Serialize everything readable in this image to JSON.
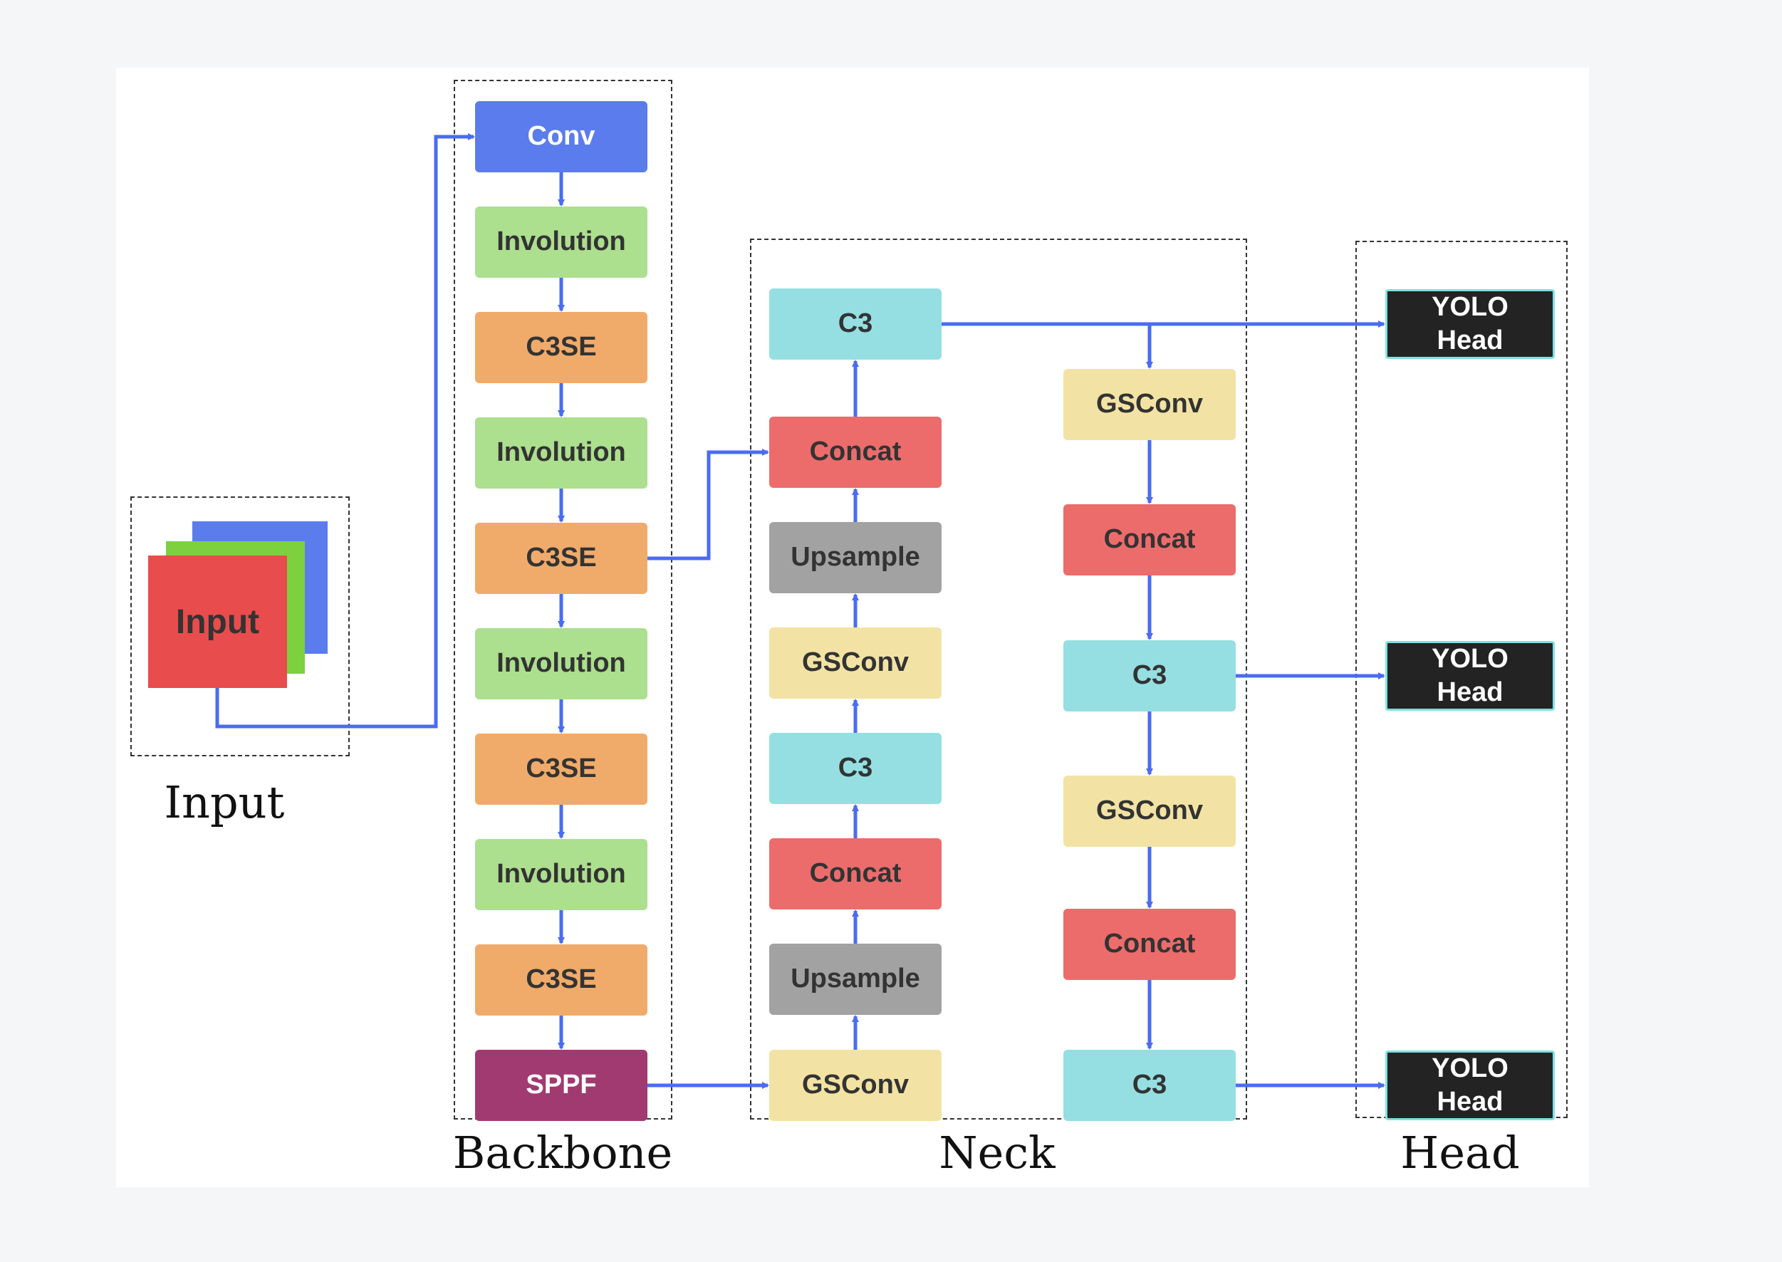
{
  "groups": {
    "input": "Input",
    "backbone": "Backbone",
    "neck": "Neck",
    "head": "Head"
  },
  "input_block": "Input",
  "backbone": [
    "Conv",
    "Involution",
    "C3SE",
    "Involution",
    "C3SE",
    "Involution",
    "C3SE",
    "Involution",
    "C3SE",
    "SPPF"
  ],
  "neck_left": [
    "C3",
    "Concat",
    "Upsample",
    "GSConv",
    "C3",
    "Concat",
    "Upsample",
    "GSConv"
  ],
  "neck_right": [
    "GSConv",
    "Concat",
    "C3",
    "GSConv",
    "Concat",
    "C3"
  ],
  "head": [
    "YOLO Head",
    "YOLO Head",
    "YOLO Head"
  ],
  "colors": {
    "arrow": "#4a6cf0",
    "conv": "#5b7cec",
    "involution": "#acdf8e",
    "c3se": "#f0ab6a",
    "sppf": "#a13a70",
    "c3": "#95dfe2",
    "concat": "#ec6c6c",
    "upsample": "#a2a2a2",
    "gsconv": "#f2e3a4",
    "yolo_head": "#232323",
    "input_red": "#e84c4c",
    "input_green": "#7dd13f",
    "input_blue": "#5b7cec"
  }
}
